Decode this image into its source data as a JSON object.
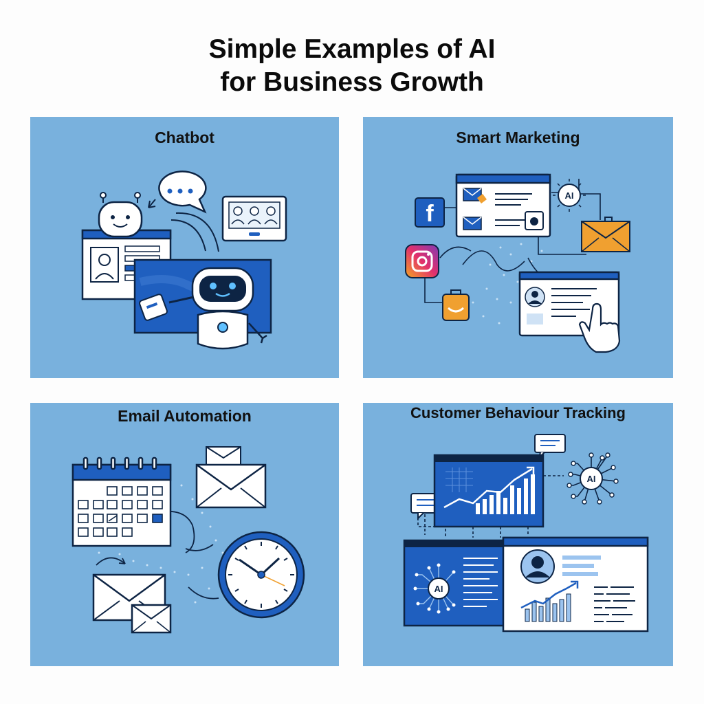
{
  "page": {
    "title_line1": "Simple Examples of AI",
    "title_line2": "for Business Growth"
  },
  "panels": [
    {
      "title": "Chatbot",
      "icons": [
        "chatbot-robot-icon",
        "speech-bubble-icon",
        "video-call-icon",
        "profile-card-icon",
        "robot-head-icon"
      ]
    },
    {
      "title": "Smart Marketing",
      "icons": [
        "facebook-icon",
        "instagram-icon",
        "shopping-bag-icon",
        "envelope-icon",
        "ai-chip-icon",
        "hand-pointer-icon",
        "browser-window-icon"
      ]
    },
    {
      "title": "Email Automation",
      "icons": [
        "calendar-icon",
        "envelope-icon",
        "clock-icon"
      ]
    },
    {
      "title": "Customer Behaviour Tracking",
      "icons": [
        "analytics-dashboard-icon",
        "ai-chip-icon",
        "profile-card-icon",
        "chat-bubble-icon"
      ]
    }
  ],
  "labels": {
    "ai": "AI",
    "facebook": "f"
  },
  "colors": {
    "panel_bg": "#79b1dd",
    "accent_blue": "#1f5fbf",
    "dark_navy": "#0d2444",
    "orange": "#f0a030",
    "white": "#ffffff"
  }
}
